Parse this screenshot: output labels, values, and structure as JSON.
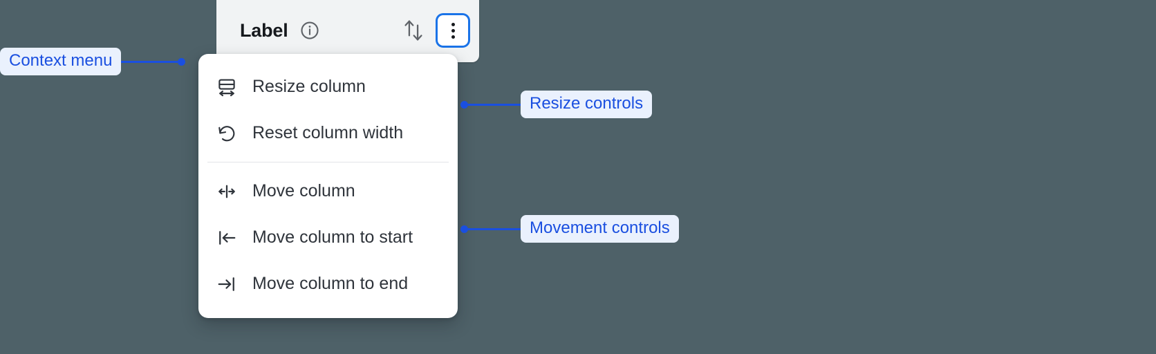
{
  "canvas": {
    "background_color": "#4e6168",
    "accent_color": "#1a4fe0",
    "focus_ring_color": "#1a73e8"
  },
  "column_header": {
    "label": "Label",
    "info_icon": "info-circle-icon",
    "sort_icon": "sort-arrows-icon",
    "kebab_icon": "more-vertical-icon",
    "background_color": "#f1f3f4"
  },
  "context_menu": {
    "groups": [
      {
        "name": "resize-controls",
        "items": [
          {
            "icon": "resize-column-icon",
            "label": "Resize column"
          },
          {
            "icon": "reset-width-icon",
            "label": "Reset column width"
          }
        ]
      },
      {
        "name": "movement-controls",
        "items": [
          {
            "icon": "move-column-icon",
            "label": "Move column"
          },
          {
            "icon": "move-to-start-icon",
            "label": "Move column to start"
          },
          {
            "icon": "move-to-end-icon",
            "label": "Move column to end"
          }
        ]
      }
    ]
  },
  "annotations": [
    {
      "name": "context-menu",
      "label": "Context menu"
    },
    {
      "name": "resize-controls",
      "label": "Resize controls"
    },
    {
      "name": "movement-controls",
      "label": "Movement controls"
    }
  ]
}
